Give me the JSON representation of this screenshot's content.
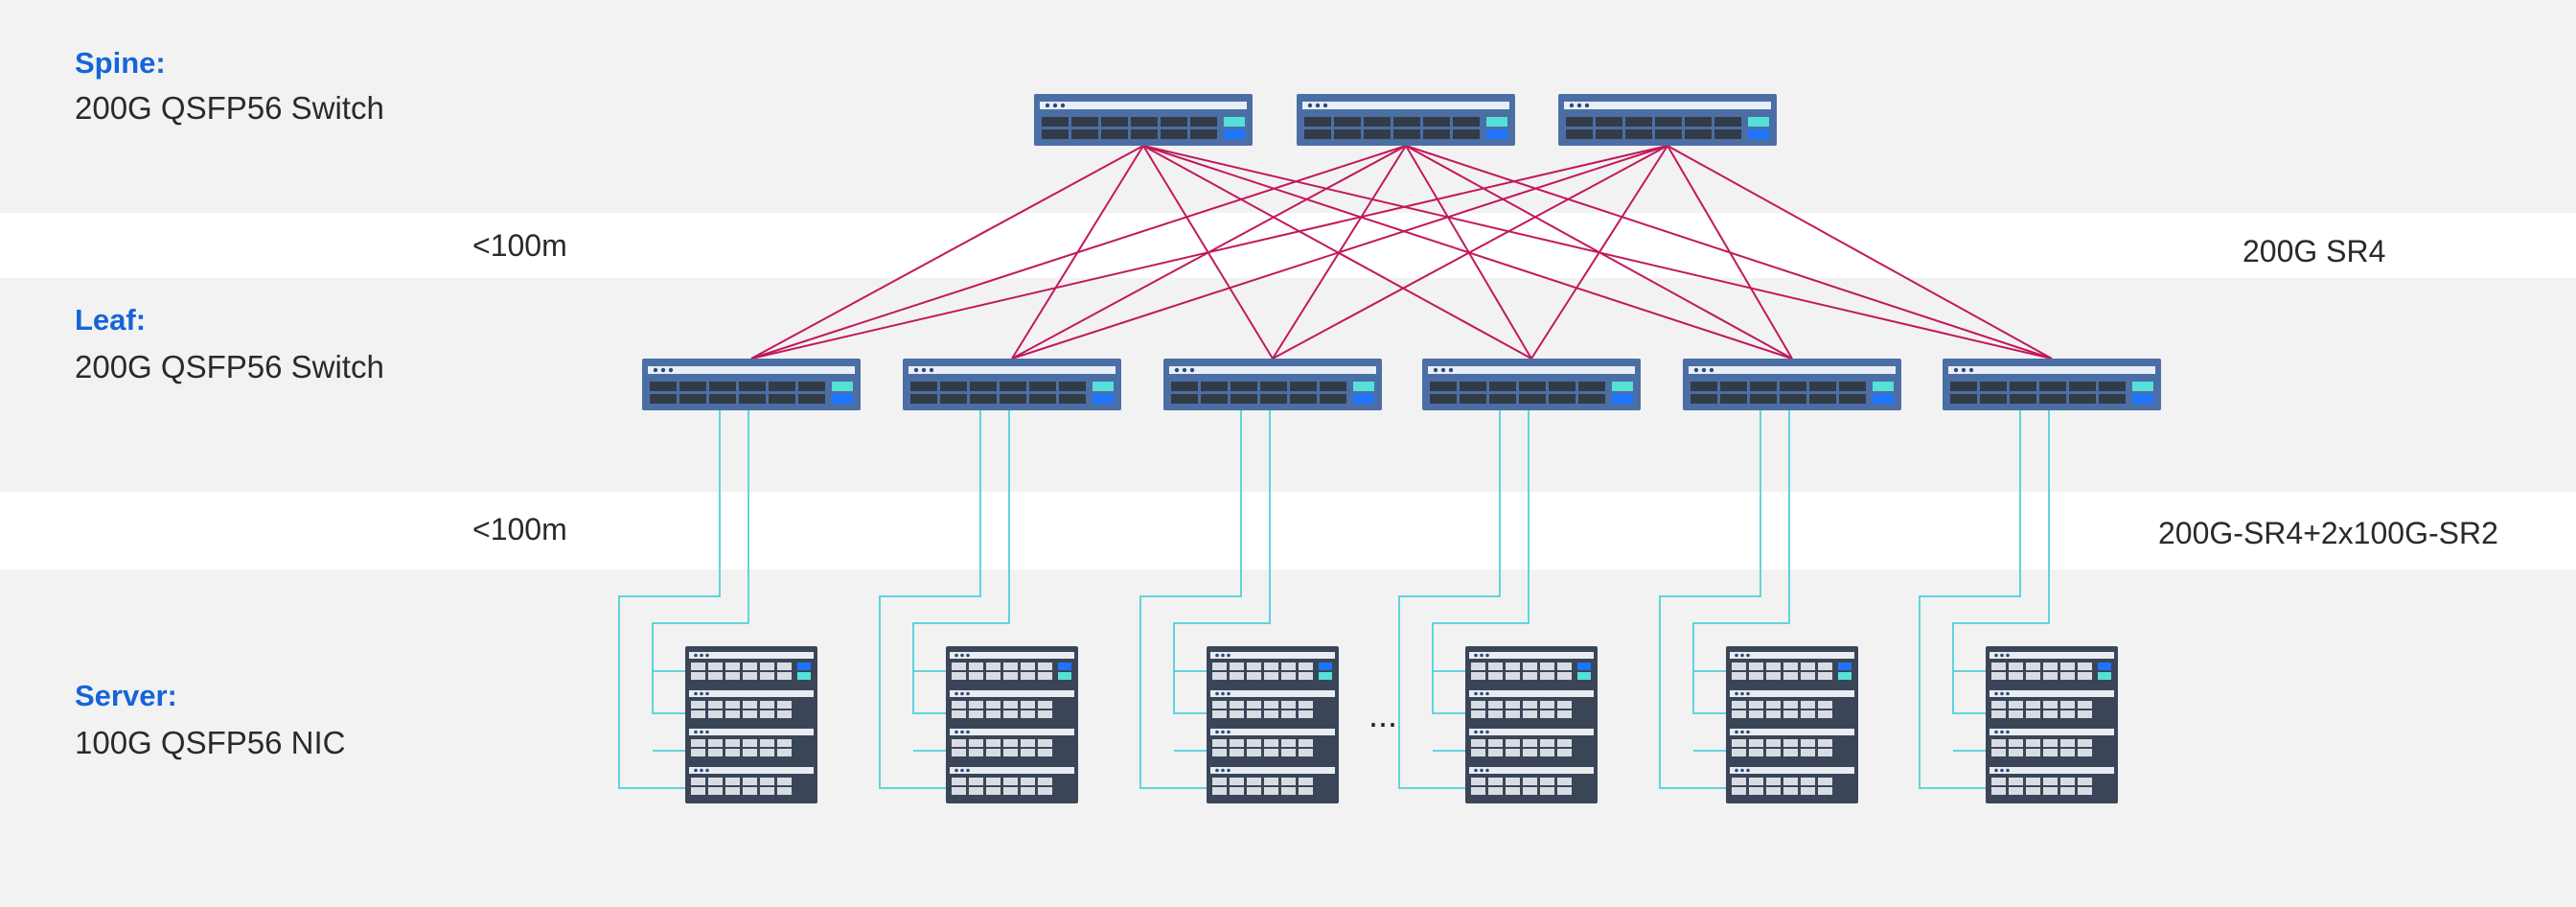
{
  "tiers": {
    "spine": {
      "title": "Spine:",
      "subtitle": "200G QSFP56 Switch"
    },
    "leaf": {
      "title": "Leaf:",
      "subtitle": "200G QSFP56 Switch"
    },
    "server": {
      "title": "Server:",
      "subtitle": "100G QSFP56 NIC"
    }
  },
  "distances": {
    "spine_leaf": "<100m",
    "leaf_server": "<100m"
  },
  "cables": {
    "spine_leaf": "200G SR4",
    "leaf_server": "200G-SR4+2x100G-SR2"
  },
  "ellipsis": "...",
  "counts": {
    "spine_switches": 3,
    "leaf_switches": 6,
    "server_racks": 6
  },
  "colors": {
    "band": "#f2f2f3",
    "tier_title": "#1565d8",
    "spine_leaf_link": "#c2185b",
    "leaf_server_link": "#4fd0dc",
    "switch_body": "#4b6fa5",
    "server_body": "#3a4658"
  }
}
